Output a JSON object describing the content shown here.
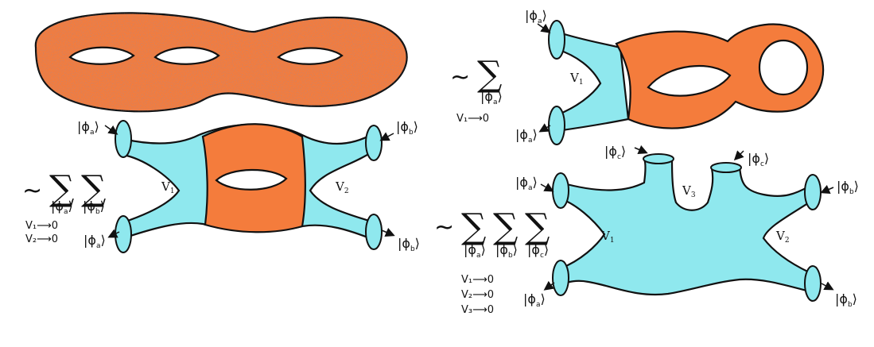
{
  "labels": {
    "v1": "V",
    "v2": "V",
    "v3": "V",
    "v1_sub": "1",
    "v2_sub": "2",
    "v3_sub": "3",
    "ket_a": "a",
    "ket_b": "b",
    "ket_c": "c",
    "phi": "ϕ",
    "tilde": "~",
    "sigma": "∑",
    "v1_limit": "V₁⟶0",
    "v2_limit": "V₂⟶0",
    "v3_limit": "V₃⟶0"
  },
  "colors": {
    "surface_orange": "#f47c3c",
    "surface_cyan": "#8fe8ee",
    "outline": "#111111"
  }
}
